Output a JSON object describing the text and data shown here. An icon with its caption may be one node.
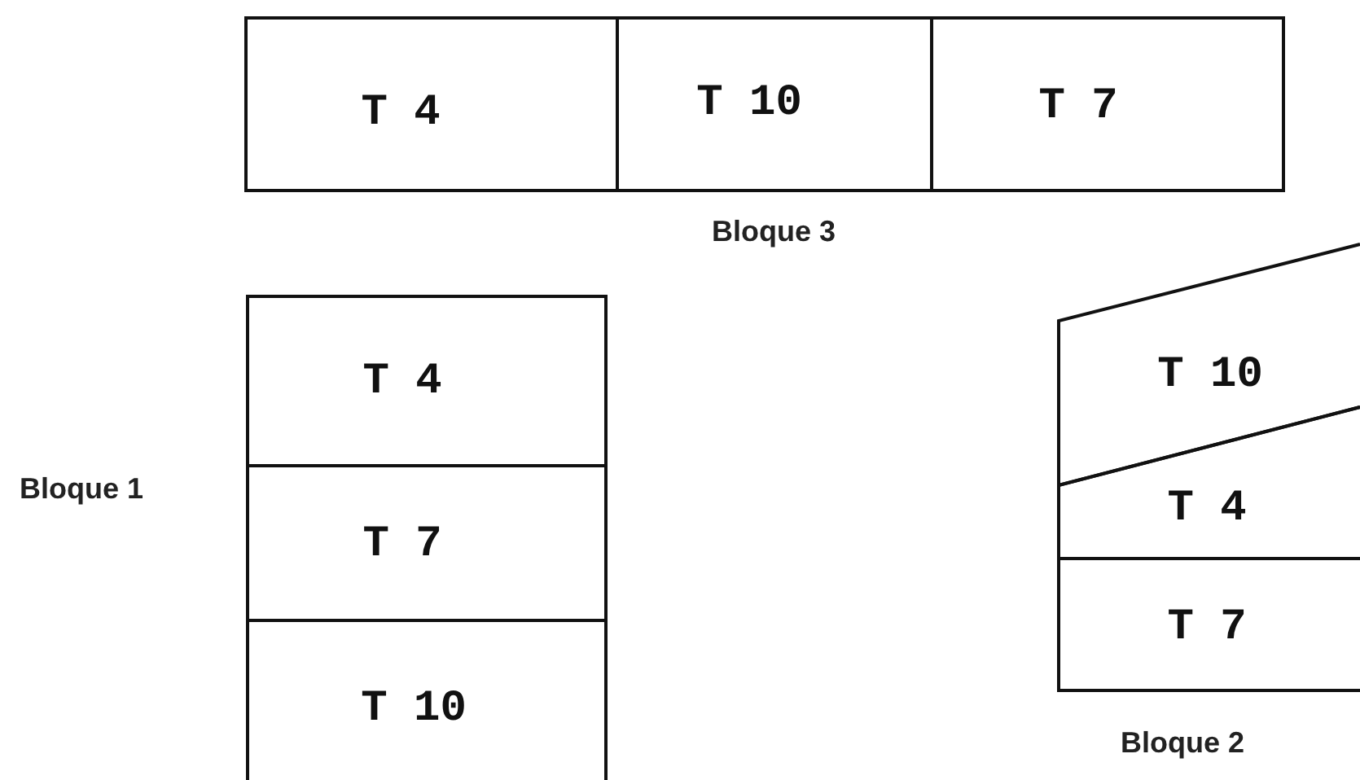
{
  "diagram": {
    "nodes": [
      {
        "text": [
          "Bloque 3"
        ]
      },
      {
        "text": [
          "T 4"
        ],
        "in": 0
      },
      {
        "text": [
          "T 10"
        ],
        "in": 0
      },
      {
        "text": [
          "T 7"
        ],
        "in": 0
      },
      {
        "text": [
          "Bloque 1"
        ]
      },
      {
        "text": [
          "T 4"
        ],
        "in": 4
      },
      {
        "text": [
          "T 7"
        ],
        "in": 4
      },
      {
        "text": [
          "T 10"
        ],
        "in": 4
      },
      {
        "text": [
          "Bloque 2"
        ]
      },
      {
        "text": [
          "T 10"
        ],
        "in": 8
      },
      {
        "text": [
          "T 4"
        ],
        "in": 8
      },
      {
        "text": [
          "T 7"
        ],
        "in": 8
      }
    ]
  }
}
